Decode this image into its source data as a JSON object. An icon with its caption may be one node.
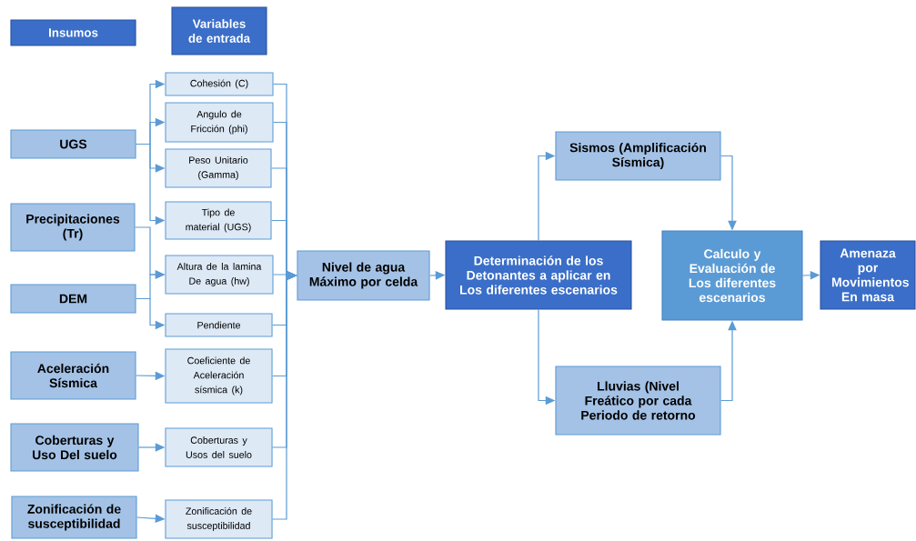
{
  "diagram": {
    "nodes": [
      {
        "text": [
          "Insumos"
        ]
      },
      {
        "text": [
          "Variables de entrada"
        ]
      },
      {
        "text": [
          "UGS"
        ]
      },
      {
        "text": [
          "Precipitaciones (Tr)"
        ]
      },
      {
        "text": [
          "DEM"
        ]
      },
      {
        "text": [
          "Aceleración Sísmica"
        ]
      },
      {
        "text": [
          "Coberturas y Uso Del suelo"
        ]
      },
      {
        "text": [
          "Zonificación de susceptibilidad"
        ]
      },
      {
        "text": [
          "Cohesión (C)"
        ]
      },
      {
        "text": [
          "Angulo de Fricción (phi)"
        ]
      },
      {
        "text": [
          "Peso Unitario (Gamma)"
        ]
      },
      {
        "text": [
          "Tipo de material (UGS)"
        ]
      },
      {
        "text": [
          "Altura de la lamina De agua (hw)"
        ]
      },
      {
        "text": [
          "Pendiente"
        ]
      },
      {
        "text": [
          "Coeficiente de Aceleración sísmica (k)"
        ]
      },
      {
        "text": [
          "Coberturas y Usos del suelo"
        ]
      },
      {
        "text": [
          "Zonificación de susceptibilidad"
        ]
      },
      {
        "text": [
          "Nivel de agua Máximo por celda"
        ]
      },
      {
        "text": [
          "Determinación de los Detonantes a aplicar en Los diferentes escenarios"
        ]
      },
      {
        "text": [
          "Sismos (Amplificación Sísmica)"
        ]
      },
      {
        "text": [
          "Lluvias (Nivel Freático por cada Periodo de retorno"
        ]
      },
      {
        "text": [
          "Calculo y Evaluación de Los diferentes escenarios"
        ]
      },
      {
        "text": [
          "Amenaza por Movimientos En masa"
        ]
      }
    ],
    "edges": [
      {
        "from": 2,
        "to": 8,
        "arrow": "to"
      },
      {
        "from": 2,
        "to": 9,
        "arrow": "to"
      },
      {
        "from": 2,
        "to": 10,
        "arrow": "to"
      },
      {
        "from": 2,
        "to": 11,
        "arrow": "to"
      },
      {
        "from": 3,
        "to": 12,
        "arrow": "to"
      },
      {
        "from": 4,
        "to": 12,
        "arrow": "to"
      },
      {
        "from": 4,
        "to": 13,
        "arrow": "to"
      },
      {
        "from": 5,
        "to": 14,
        "arrow": "to"
      },
      {
        "from": 6,
        "to": 15,
        "arrow": "to"
      },
      {
        "from": 7,
        "to": 16,
        "arrow": "to"
      },
      {
        "from": 8,
        "to": 17,
        "arrow": "to"
      },
      {
        "from": 9,
        "to": 17,
        "arrow": "to"
      },
      {
        "from": 10,
        "to": 17,
        "arrow": "to"
      },
      {
        "from": 11,
        "to": 17,
        "arrow": "to"
      },
      {
        "from": 12,
        "to": 17,
        "arrow": "to"
      },
      {
        "from": 13,
        "to": 17,
        "arrow": "to"
      },
      {
        "from": 14,
        "to": 17,
        "arrow": "to"
      },
      {
        "from": 15,
        "to": 17,
        "arrow": "to"
      },
      {
        "from": 16,
        "to": 17,
        "arrow": "to"
      },
      {
        "from": 17,
        "to": 18,
        "arrow": "to"
      },
      {
        "from": 18,
        "to": 19,
        "arrow": "to"
      },
      {
        "from": 18,
        "to": 20,
        "arrow": "to"
      },
      {
        "from": 19,
        "to": 21,
        "arrow": "to"
      },
      {
        "from": 20,
        "to": 21,
        "arrow": "to"
      },
      {
        "from": 21,
        "to": 22,
        "arrow": "to"
      }
    ]
  }
}
